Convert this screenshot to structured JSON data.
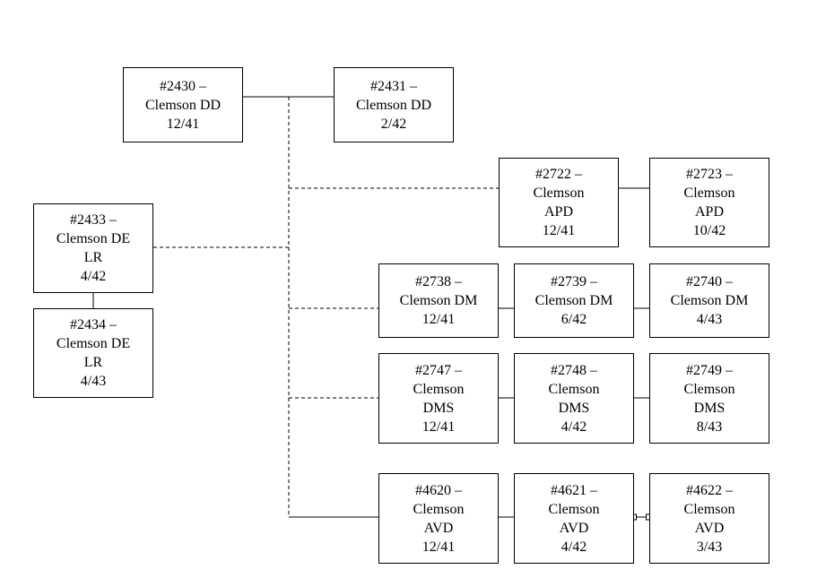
{
  "colors": {
    "line": "#000000",
    "box_border": "#000000",
    "background": "#ffffff"
  },
  "boxes": {
    "n2430": [
      "#2430 –",
      "Clemson DD",
      "12/41"
    ],
    "n2431": [
      "#2431 –",
      "Clemson DD",
      "2/42"
    ],
    "n2722": [
      "#2722 –",
      "Clemson",
      "APD",
      "12/41"
    ],
    "n2723": [
      "#2723 –",
      "Clemson",
      "APD",
      "10/42"
    ],
    "n2433": [
      "#2433 –",
      "Clemson DE",
      "LR",
      "4/42"
    ],
    "n2434": [
      "#2434 –",
      "Clemson DE",
      "LR",
      "4/43"
    ],
    "n2738": [
      "#2738 –",
      "Clemson DM",
      "12/41"
    ],
    "n2739": [
      "#2739 –",
      "Clemson DM",
      "6/42"
    ],
    "n2740": [
      "#2740 –",
      "Clemson DM",
      "4/43"
    ],
    "n2747": [
      "#2747 –",
      "Clemson",
      "DMS",
      "12/41"
    ],
    "n2748": [
      "#2748 –",
      "Clemson",
      "DMS",
      "4/42"
    ],
    "n2749": [
      "#2749 –",
      "Clemson",
      "DMS",
      "8/43"
    ],
    "n4620": [
      "#4620 –",
      "Clemson",
      "AVD",
      "12/41"
    ],
    "n4621": [
      "#4621 –",
      "Clemson",
      "AVD",
      "4/42"
    ],
    "n4622": [
      "#4622 –",
      "Clemson",
      "AVD",
      "3/43"
    ]
  }
}
